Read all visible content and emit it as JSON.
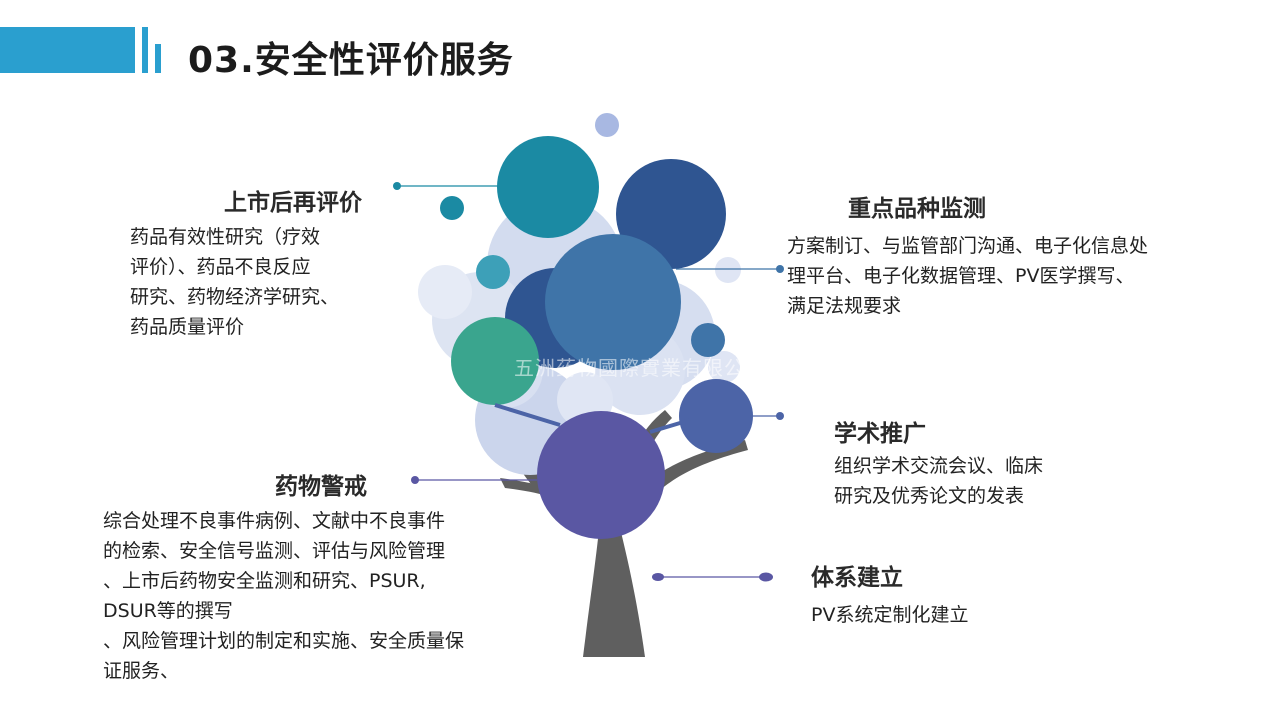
{
  "header": {
    "title": "03.安全性评价服务"
  },
  "watermark": "五洲药物國際實業有限公司",
  "sections": {
    "post_market": {
      "title": "上市后再评价",
      "desc_lines": [
        "药品有效性研究（疗效",
        "评价）、药品不良反应",
        "研究、药物经济学研究、",
        "药品质量评价"
      ]
    },
    "key_monitoring": {
      "title": "重点品种监测",
      "desc_lines": [
        "方案制订、与监管部门沟通、电子化信息处",
        "理平台、电子化数据管理、PV医学撰写、",
        "满足法规要求"
      ]
    },
    "academic": {
      "title": "学术推广",
      "desc_lines": [
        "组织学术交流会议、临床",
        "研究及优秀论文的发表"
      ]
    },
    "pharmacovigilance": {
      "title": "药物警戒",
      "desc_lines": [
        "综合处理不良事件病例、文献中不良事件",
        "的检索、安全信号监测、评估与风险管理",
        "、上市后药物安全监测和研究、PSUR,",
        "DSUR等的撰写",
        "、风险管理计划的制定和实施、安全质量保",
        "证服务、"
      ]
    },
    "system": {
      "title": "体系建立",
      "desc_lines": [
        "PV系统定制化建立"
      ]
    }
  },
  "colors": {
    "accent": "#2a9fcf",
    "teal": "#1b8aa3",
    "navy": "#2f5591",
    "steel": "#3f74a8",
    "green": "#3aa58e",
    "purple": "#5a57a3",
    "light": "#c9d3ea",
    "trunk": "#5f5f5f"
  }
}
